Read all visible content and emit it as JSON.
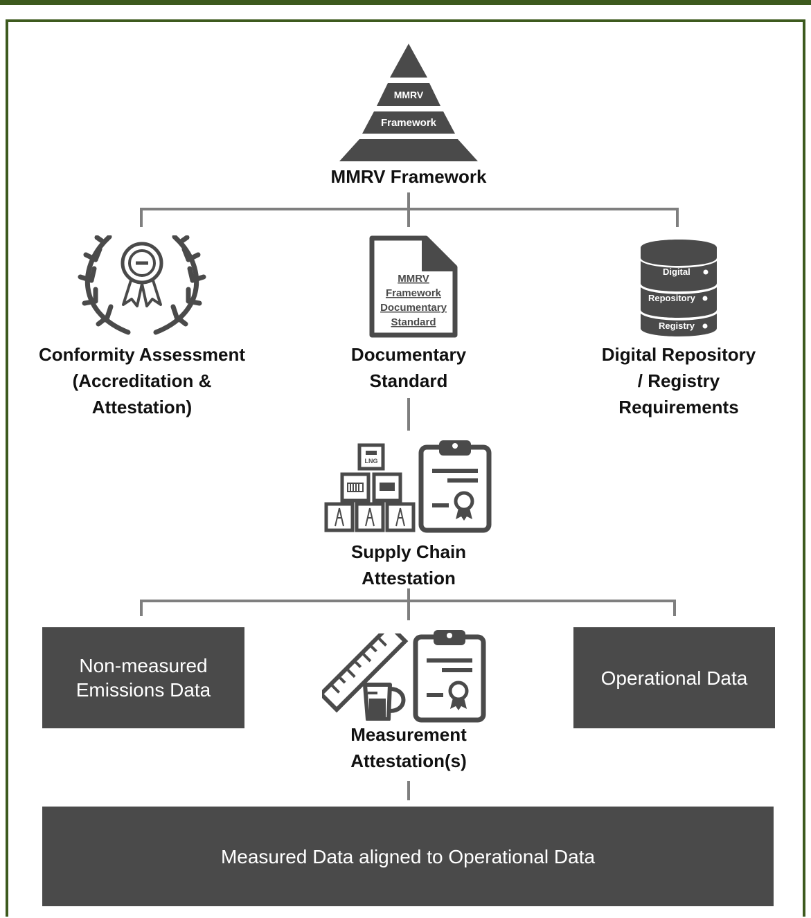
{
  "pyramid": {
    "tier1": "MMRV",
    "tier2": "Framework",
    "title": "MMRV Framework"
  },
  "conformity": {
    "title": "Conformity Assessment\n(Accreditation &\nAttestation)"
  },
  "document": {
    "line1": "MMRV",
    "line2": "Framework",
    "line3": "Documentary",
    "line4": "Standard",
    "title": "Documentary\nStandard"
  },
  "repository": {
    "tier1": "Digital",
    "tier2": "Repository",
    "tier3": "Registry",
    "title": "Digital Repository\n/ Registry\nRequirements"
  },
  "supply_chain": {
    "lng_label": "LNG",
    "title": "Supply Chain\nAttestation"
  },
  "boxes": {
    "non_measured": "Non-measured\nEmissions Data",
    "operational": "Operational Data",
    "measured_aligned": "Measured Data aligned to Operational Data"
  },
  "measurement": {
    "title": "Measurement\nAttestation(s)"
  },
  "colors": {
    "frame": "#3d5a1e",
    "icon": "#4a4a4a",
    "connector": "#7f7f7f",
    "box": "#4a4a4a"
  }
}
